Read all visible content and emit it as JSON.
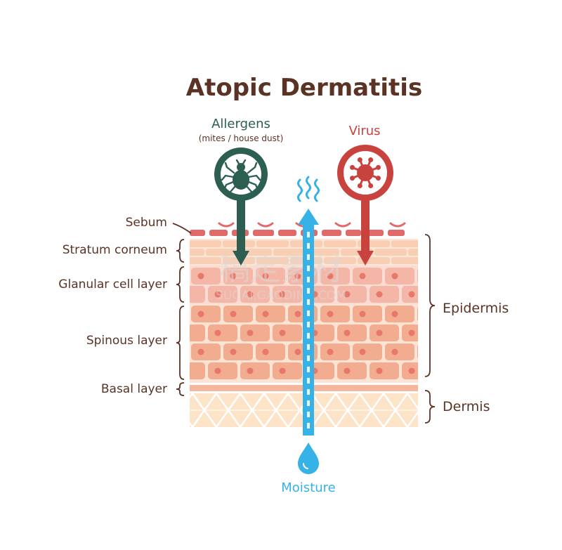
{
  "title": "Atopic Dermatitis",
  "allergens": {
    "label": "Allergens",
    "sublabel": "(mites / house dust)",
    "icon": "mite-icon",
    "color": "#2d5e52"
  },
  "virus": {
    "label": "Virus",
    "icon": "virus-icon",
    "color": "#c8433e"
  },
  "moisture": {
    "label": "Moisture",
    "icon": "water-drop-icon",
    "color": "#37b2e6"
  },
  "layers": {
    "sebum": "Sebum",
    "stratum_corneum": "Stratum corneum",
    "granular": "Glanular cell layer",
    "spinous": "Spinous layer",
    "basal": "Basal layer"
  },
  "groups": {
    "epidermis": "Epidermis",
    "dermis": "Dermis"
  },
  "watermark": {
    "cn": "稿定素材",
    "url": "SUGAI.GAODING.COM"
  },
  "colors": {
    "text": "#5a3324",
    "sebum": "#e06a6a",
    "cell": "#f2ac8f",
    "nucleus": "#e8786a",
    "dermis": "#fbdcbd"
  }
}
